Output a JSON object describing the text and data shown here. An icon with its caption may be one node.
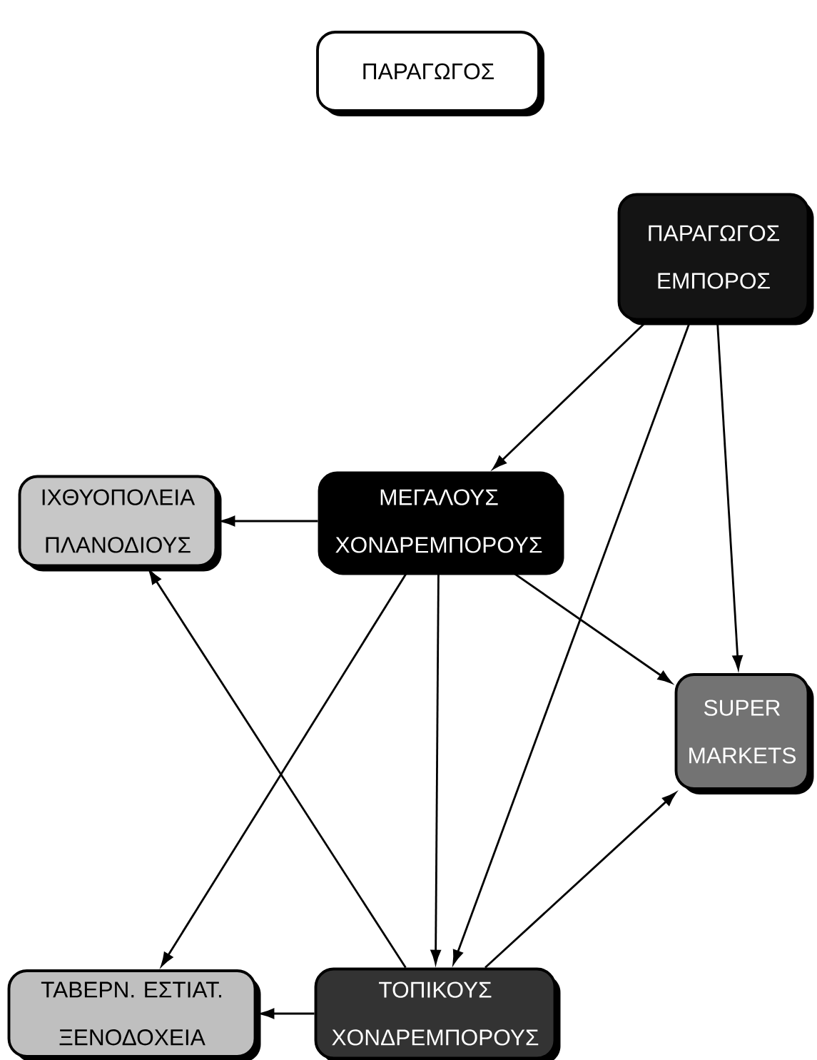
{
  "diagram": {
    "nodes": [
      {
        "text": [
          "ΠΑΡΑΓΩΓΟΣ"
        ]
      },
      {
        "text": [
          "ΠΑΡΑΓΩΓΟΣ ΕΜΠΟΡΟΣ"
        ]
      },
      {
        "text": [
          "ΙΧΘΥΟΠΟΛΕΙΑ ΠΛΑΝΟΔΙΟΥΣ"
        ]
      },
      {
        "text": [
          "ΜΕΓΑΛΟΥΣ ΧΟΝΔΡΕΜΠΟΡΟΥΣ"
        ]
      },
      {
        "text": [
          "SUPER MARKETS"
        ]
      },
      {
        "text": [
          "ΤΑΒΕΡΝ. ΕΣΤΙΑΤ. ΞΕΝΟΔΟΧΕΙΑ"
        ]
      },
      {
        "text": [
          "ΤΟΠΙΚΟΥΣ ΧΟΝΔΡΕΜΠΟΡΟΥΣ"
        ]
      }
    ],
    "edges": [
      {
        "from": 1,
        "to": 3,
        "arrow": "to"
      },
      {
        "from": 1,
        "to": 6,
        "arrow": "to"
      },
      {
        "from": 1,
        "to": 4,
        "arrow": "to"
      },
      {
        "from": 3,
        "to": 2,
        "arrow": "to"
      },
      {
        "from": 3,
        "to": 4,
        "arrow": "to"
      },
      {
        "from": 3,
        "to": 5,
        "arrow": "to"
      },
      {
        "from": 3,
        "to": 6,
        "arrow": "to"
      },
      {
        "from": 6,
        "to": 2,
        "arrow": "to"
      },
      {
        "from": 6,
        "to": 5,
        "arrow": "to"
      },
      {
        "from": 6,
        "to": 4,
        "arrow": "to"
      }
    ]
  }
}
